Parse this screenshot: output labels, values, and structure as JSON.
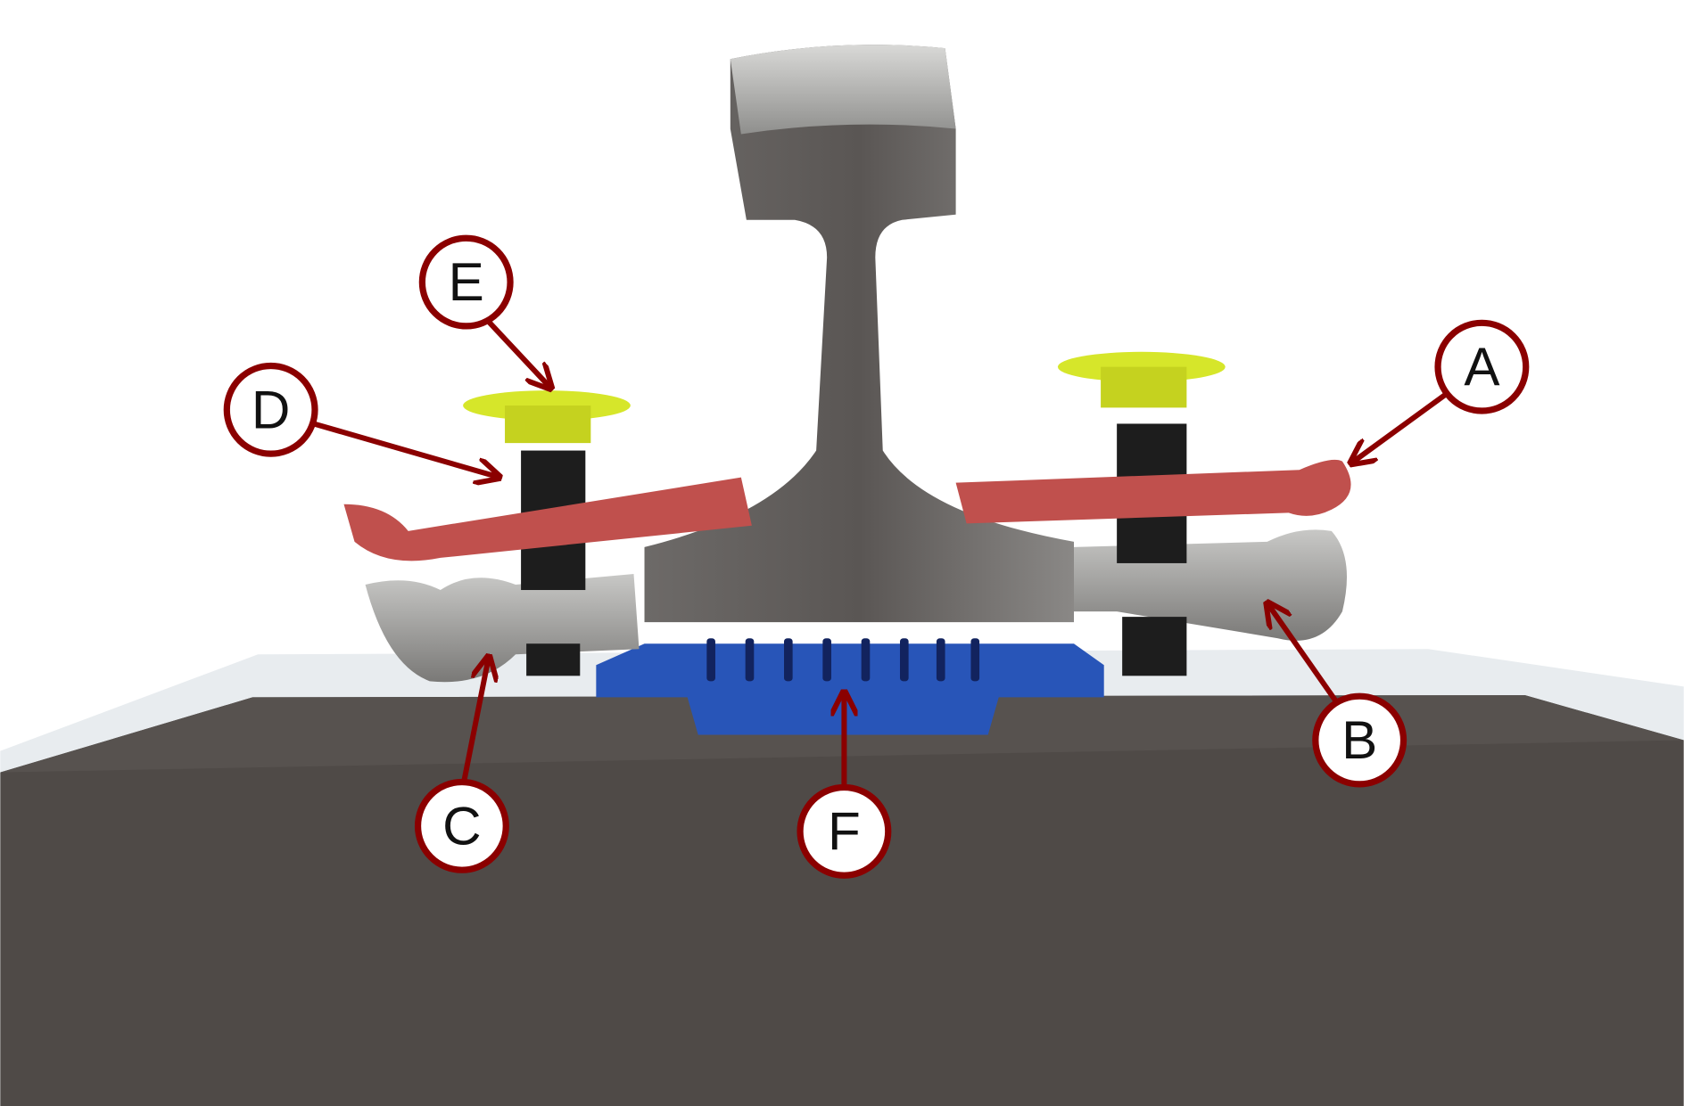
{
  "diagram": {
    "colors": {
      "callout": "#8b0000",
      "sleeper": "#4f4a47",
      "rail": "#8e8e8c",
      "clip": "#c0504d",
      "nut": "#d6e62a",
      "pad": "#2855b8"
    },
    "labels": {
      "a": "A",
      "b": "B",
      "c": "C",
      "d": "D",
      "e": "E",
      "f": "F"
    }
  }
}
